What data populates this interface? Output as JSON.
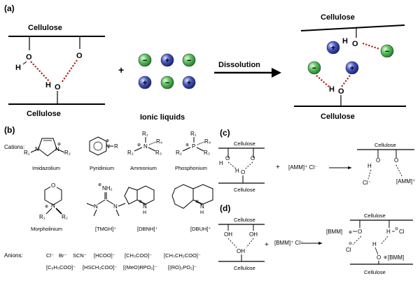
{
  "panel_a": {
    "label": "(a)",
    "cellulose_top_left": "Cellulose",
    "cellulose_bottom_left": "Cellulose",
    "cellulose_top_right": "Cellulose",
    "cellulose_bottom_right": "Cellulose",
    "plus": "+",
    "ionic_liquids": "Ionic liquids",
    "dissolution": "Dissolution",
    "h": "H",
    "o": "O",
    "anion_sign": "−",
    "cation_sign": "+",
    "colors": {
      "anion": "#3aa54a",
      "cation": "#2b3b9e",
      "hbond": "#b02020"
    }
  },
  "panel_b": {
    "label": "(b)",
    "cations_label": "Cations:",
    "anions_label": "Anions:",
    "cations": [
      "Imidazolium",
      "Pyridinium",
      "Ammonium",
      "Phosphonium",
      "Morpholinium",
      "[TMGH]⁺",
      "[DBNH]⁺",
      "[DBUH]⁺"
    ],
    "atoms": {
      "N": "N",
      "P": "P",
      "O": "O",
      "R": "R",
      "R1": "R₁",
      "R2": "R₂",
      "R3": "R₃",
      "R4": "R₄",
      "NH": "N",
      "H": "H",
      "NH2": "NH₂"
    },
    "anions_row1": [
      "Cl⁻",
      "Br⁻",
      "SCN⁻",
      "[HCOO]⁻",
      "[CH₃COO]⁻",
      "[CH₃CH₂COO]⁻"
    ],
    "anions_row2": [
      "[C₆H₅COO]⁻",
      "[HSCH₂COO]⁻",
      "[(MeO)RPO₂]⁻",
      "[(RO)₂PO₂]⁻"
    ]
  },
  "panel_c": {
    "label": "(c)",
    "cellulose": "Cellulose",
    "plus": "+",
    "reagent": "[AMM]⁺ Cl⁻",
    "product_cl": "Cl⁻",
    "product_amm": "[AMM]⁺",
    "h": "H",
    "o": "O"
  },
  "panel_d": {
    "label": "(d)",
    "cellulose": "Cellulose",
    "plus": "+",
    "reagent": "[BMM]⁺ Cl⁻",
    "oh": "OH",
    "bmm": "[BMM]",
    "bmm_right": "[BMM]",
    "cl": "Cl",
    "h": "H",
    "o": "O"
  }
}
